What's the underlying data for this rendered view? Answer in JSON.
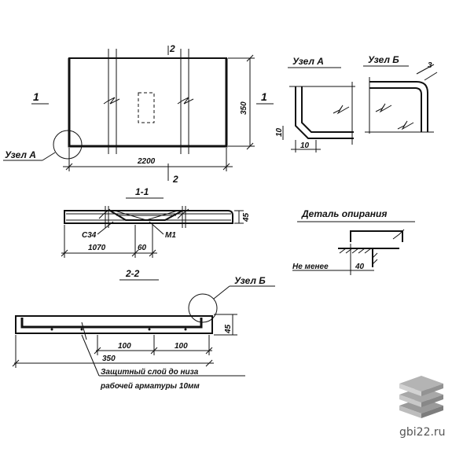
{
  "plan": {
    "section_1_left": "1",
    "section_1_right": "1",
    "section_2_top": "2",
    "section_2_bottom": "2",
    "height_dim": "350",
    "length_dim": "2200",
    "node_a_callout": "Узел А"
  },
  "node_a": {
    "title": "Узел А",
    "dim_horizontal": "10",
    "dim_vertical": "10"
  },
  "node_b": {
    "title": "Узел Б",
    "dim_corner": "3"
  },
  "section_11": {
    "title": "1-1",
    "label_c34": "С34",
    "label_m1": "М1",
    "dim_1070": "1070",
    "dim_60": "60",
    "dim_height": "45"
  },
  "support_detail": {
    "title": "Деталь опирания",
    "min_label": "Не менее",
    "dim_40": "40"
  },
  "section_22": {
    "title": "2-2",
    "node_b_callout": "Узел Б",
    "dim_100_left": "100",
    "dim_100_right": "100",
    "dim_350": "350",
    "dim_height": "45",
    "note_line1": "Защитный слой до низа",
    "note_line2": "рабочей арматуры 10мм"
  },
  "watermark": {
    "text": "gbi22.ru"
  }
}
